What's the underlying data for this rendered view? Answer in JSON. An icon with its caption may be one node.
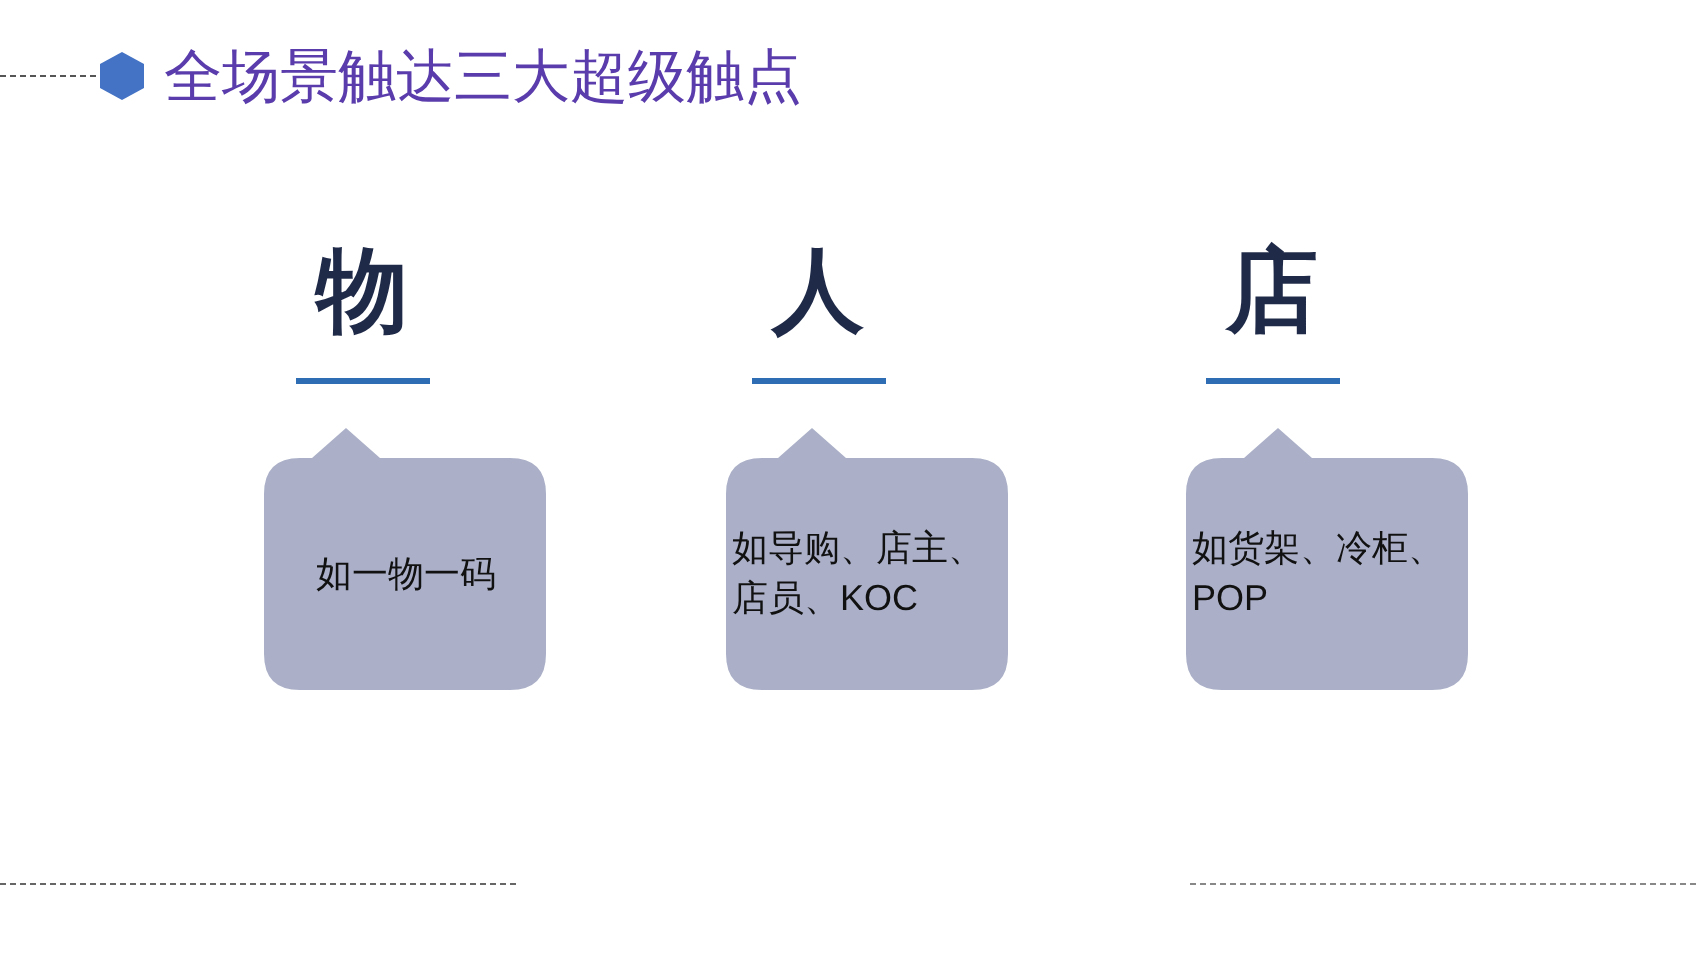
{
  "diagram": {
    "title": "全场景触达三大超级触点",
    "nodes": [
      {
        "text": [
          "物",
          "如一物一码"
        ]
      },
      {
        "text": [
          "人",
          "如导购、店主、店员、KOC"
        ]
      },
      {
        "text": [
          "店",
          "如货架、冷柜、POP"
        ]
      }
    ]
  }
}
